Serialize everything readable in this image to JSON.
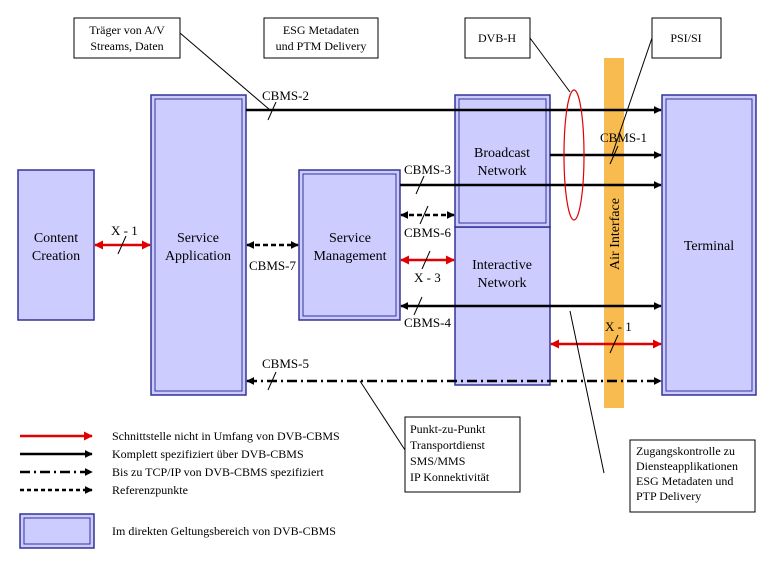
{
  "colors": {
    "box_fill": "#ccccff",
    "box_stroke": "#333399",
    "red": "#e00000",
    "air": "#f7bb4f",
    "black": "#000000"
  },
  "boxes": {
    "content_creation": [
      "Content",
      "Creation"
    ],
    "service_application": [
      "Service",
      "Application"
    ],
    "service_management": [
      "Service",
      "Management"
    ],
    "broadcast_network": [
      "Broadcast",
      "Network"
    ],
    "interactive_network": [
      "Interactive",
      "Network"
    ],
    "terminal": [
      "Terminal"
    ]
  },
  "air_interface": "Air Interface",
  "labels": {
    "cbms2": "CBMS-2",
    "cbms1": "CBMS-1",
    "cbms3": "CBMS-3",
    "cbms6": "CBMS-6",
    "cbms7": "CBMS-7",
    "cbms4": "CBMS-4",
    "cbms5": "CBMS-5",
    "x1_left": "X - 1",
    "x3": "X - 3",
    "x1_right": "X - 1"
  },
  "notes": {
    "traeger": [
      "Träger von A/V",
      "Streams, Daten"
    ],
    "esg": [
      "ESG Metadaten",
      "und PTM Delivery"
    ],
    "dvbh": [
      "DVB-H"
    ],
    "psisi": [
      "PSI/SI"
    ],
    "punkt": [
      "Punkt-zu-Punkt",
      "Transportdienst",
      "SMS/MMS",
      "IP Konnektivität"
    ],
    "zugang": [
      "Zugangskontrolle zu",
      "Diensteapplikationen",
      "ESG Metadaten und",
      "PTP Delivery"
    ]
  },
  "legend": [
    {
      "style": "red",
      "label": "Schnittstelle nicht in Umfang von DVB-CBMS"
    },
    {
      "style": "solid",
      "label": "Komplett spezifiziert über DVB-CBMS"
    },
    {
      "style": "dashdot",
      "label": "Bis zu TCP/IP von DVB-CBMS spezifiziert"
    },
    {
      "style": "dotted",
      "label": "Referenzpunkte"
    },
    {
      "style": "box",
      "label": "Im direkten Geltungsbereich von DVB-CBMS"
    }
  ]
}
